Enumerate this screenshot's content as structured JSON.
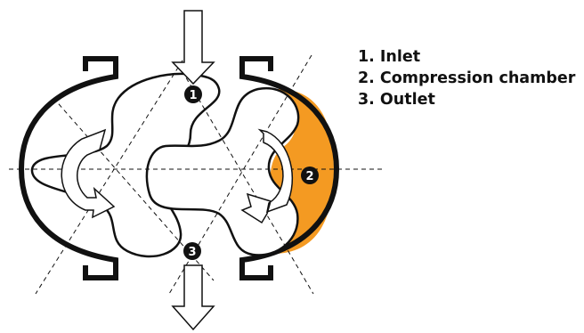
{
  "legend": [
    {
      "number": "1.",
      "label": "Inlet"
    },
    {
      "number": "2.",
      "label": "Compression chamber"
    },
    {
      "number": "3.",
      "label": "Outlet"
    }
  ],
  "markers": [
    "1",
    "2",
    "3"
  ],
  "colors": {
    "chamber": "#f49a22",
    "outline": "#111111",
    "background": "#ffffff"
  },
  "icons": [
    "inlet-arrow-icon",
    "outlet-arrow-icon",
    "rotation-arrow-icon"
  ]
}
